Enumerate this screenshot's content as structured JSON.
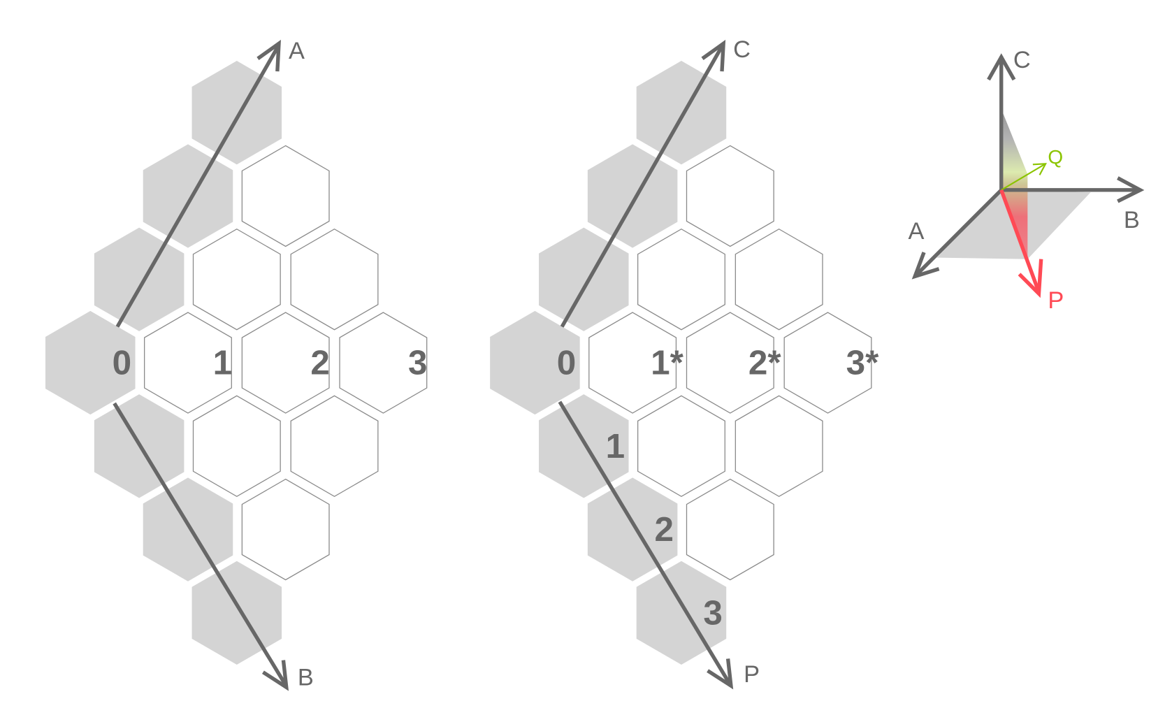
{
  "colors": {
    "axis": "#676767",
    "gray_cell": "#d4d4d4",
    "cell_stroke": "#8a8a8a",
    "p_red": "#ff4a55",
    "q_green": "#8bc400"
  },
  "grid_size": 3,
  "left_panel": {
    "axis_up_label": "A",
    "axis_down_label": "B",
    "origin_label": "0",
    "diagonal_labels": [
      "1",
      "2",
      "3"
    ]
  },
  "middle_panel": {
    "axis_up_label": "C",
    "axis_down_label": "P",
    "origin_label": "0",
    "diagonal_labels": [
      "1*",
      "2*",
      "3*"
    ],
    "down_axis_labels": [
      "1",
      "2",
      "3"
    ]
  },
  "right_panel": {
    "axis_c_label": "C",
    "axis_b_label": "B",
    "axis_a_label": "A",
    "vector_p_label": "P",
    "vector_q_label": "Q"
  }
}
